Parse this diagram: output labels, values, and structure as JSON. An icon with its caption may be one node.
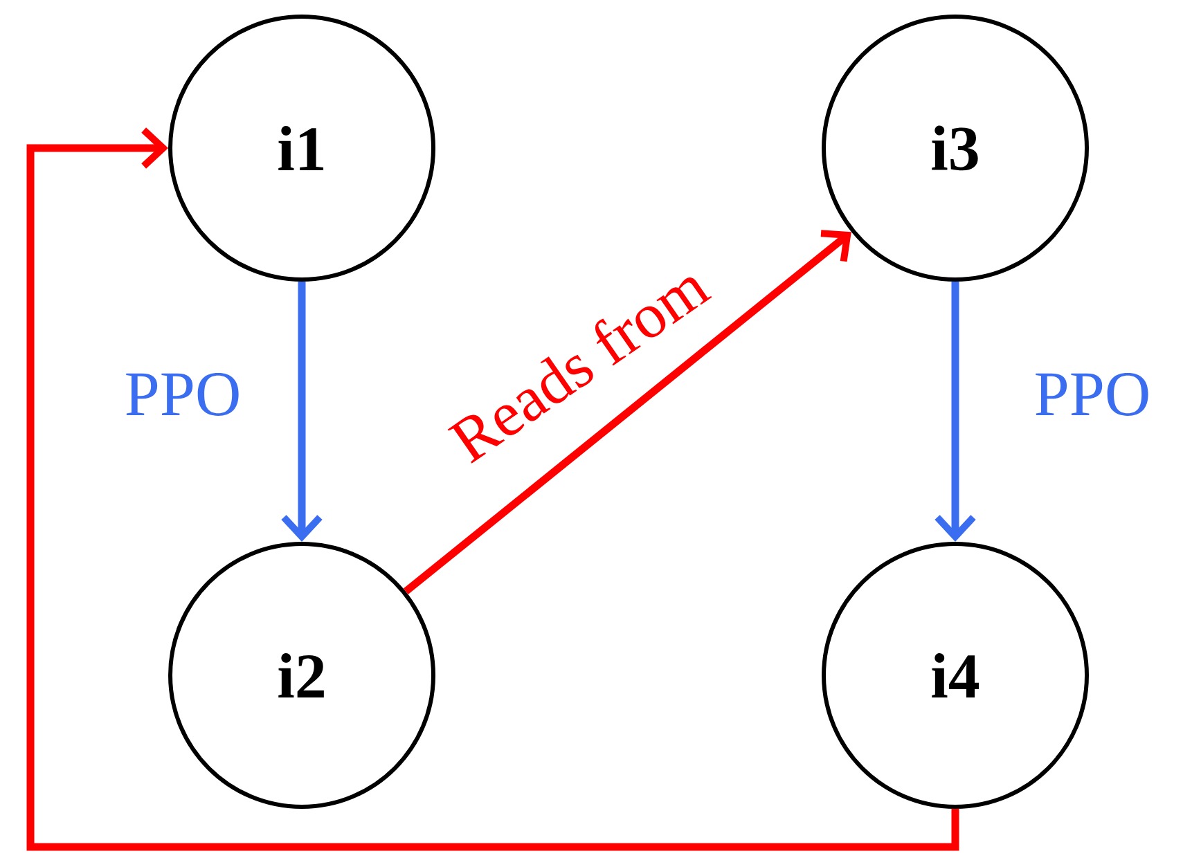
{
  "diagram": {
    "nodes": [
      {
        "text": [
          "i1"
        ]
      },
      {
        "text": [
          "i2"
        ]
      },
      {
        "text": [
          "i3"
        ]
      },
      {
        "text": [
          "i4"
        ]
      }
    ],
    "edges": [
      {
        "from": 0,
        "to": 1,
        "arrow": "to",
        "label": "PPO",
        "color": "#3a6df0"
      },
      {
        "from": 1,
        "to": 2,
        "arrow": "to",
        "label": "Reads from",
        "color": "#ff0000"
      },
      {
        "from": 2,
        "to": 3,
        "arrow": "to",
        "label": "PPO",
        "color": "#3a6df0"
      },
      {
        "from": 3,
        "to": 0,
        "arrow": "to",
        "color": "#ff0000"
      }
    ]
  }
}
